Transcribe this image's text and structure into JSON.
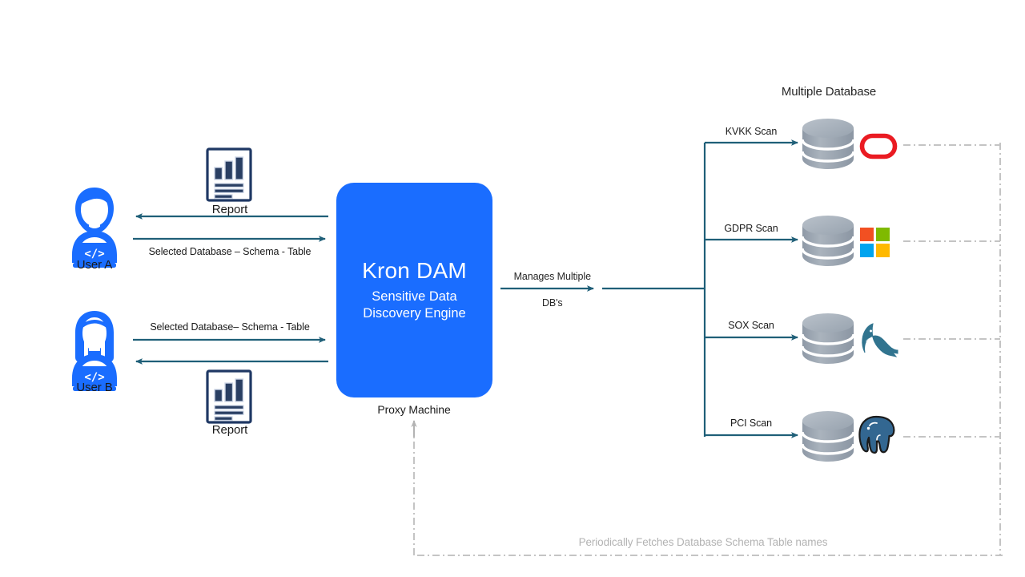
{
  "diagram": {
    "title": "Kron DAM Sensitive Data Discovery Architecture",
    "background": "#ffffff",
    "colors": {
      "accent_blue": "#1a6dff",
      "arrow_teal": "#1f5f78",
      "db_gray": "#9aa5b1",
      "dash_gray": "#bfbfbf",
      "report_navy": "#1f3864",
      "oracle_red": "#ea1b22",
      "mssql_orange": "#f25022",
      "mssql_green": "#7fba00",
      "mssql_blue": "#00a4ef",
      "mssql_yellow": "#ffb900",
      "postgres_blue": "#336791",
      "mysql_blue": "#31748f"
    }
  },
  "center": {
    "title": "Kron DAM",
    "subtitle_line1": "Sensitive Data",
    "subtitle_line2": "Discovery Engine",
    "caption": "Proxy Machine"
  },
  "users": [
    {
      "id": "user-a",
      "name": "User A",
      "icon": "user-developer-icon",
      "laptop_glyph": "</>",
      "inbound_label": "Report",
      "inbound_icon": "report-chart-icon",
      "outbound_label": "Selected Database – Schema - Table"
    },
    {
      "id": "user-b",
      "name": "User B",
      "icon": "user-developer-icon",
      "laptop_glyph": "</>",
      "inbound_label": "Report",
      "inbound_icon": "report-chart-icon",
      "outbound_label": "Selected Database– Schema - Table"
    }
  ],
  "center_to_db": {
    "label_line1": "Manages Multiple",
    "label_line2": "DB's"
  },
  "databases": {
    "section_title": "Multiple Database",
    "items": [
      {
        "scan_label": "KVKK Scan",
        "db_icon": "database-cylinder-icon",
        "vendor": "oracle",
        "vendor_icon": "oracle-logo-icon"
      },
      {
        "scan_label": "GDPR Scan",
        "db_icon": "database-cylinder-icon",
        "vendor": "microsoft-sql-server",
        "vendor_icon": "microsoft-logo-icon"
      },
      {
        "scan_label": "SOX Scan",
        "db_icon": "database-cylinder-icon",
        "vendor": "mysql",
        "vendor_icon": "mysql-dolphin-icon"
      },
      {
        "scan_label": "PCI Scan",
        "db_icon": "database-cylinder-icon",
        "vendor": "postgresql",
        "vendor_icon": "postgresql-elephant-icon"
      }
    ]
  },
  "feedback": {
    "label": "Periodically Fetches Database Schema Table names",
    "direction": "databases-to-proxy"
  }
}
